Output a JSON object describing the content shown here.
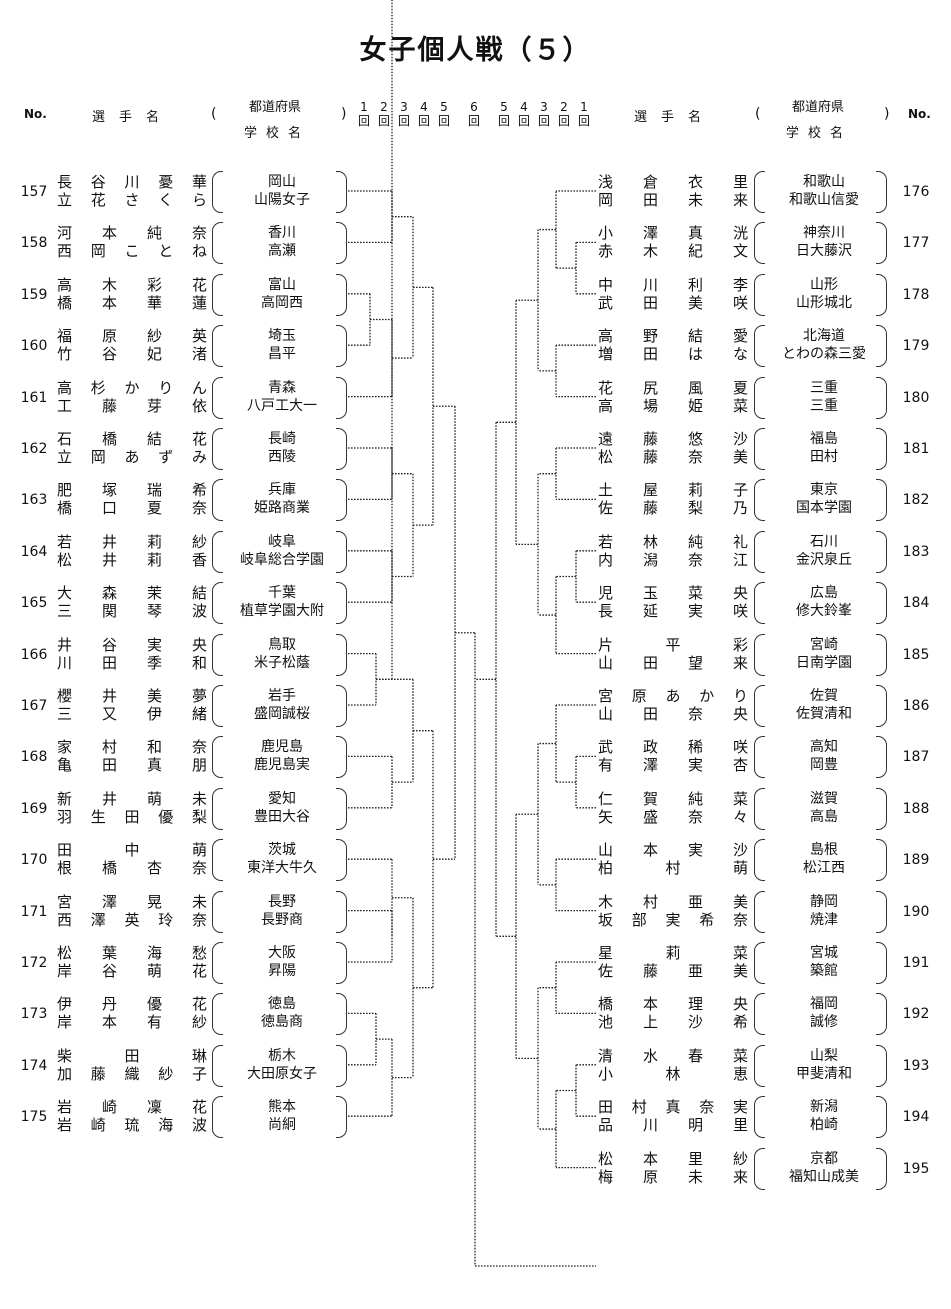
{
  "title": "女子個人戦（５）",
  "header": {
    "no_label": "No.",
    "name_label": "選手名",
    "paren_open": "(",
    "paren_close": ")",
    "pref_label": "都道府県",
    "school_label": "学校名",
    "left_rounds": [
      "1",
      "2",
      "3",
      "4",
      "5",
      "6"
    ],
    "right_rounds": [
      "5",
      "4",
      "3",
      "2",
      "1"
    ],
    "round_suffix": "回"
  },
  "left": [
    {
      "no": "157",
      "p1": "長谷川憂華",
      "p2": "立花さくら",
      "pref": "岡山",
      "school": "山陽女子"
    },
    {
      "no": "158",
      "p1": "河本純奈",
      "p2": "西岡ことね",
      "pref": "香川",
      "school": "高瀬"
    },
    {
      "no": "159",
      "p1": "高木彩花",
      "p2": "橋本華蓮",
      "pref": "富山",
      "school": "高岡西"
    },
    {
      "no": "160",
      "p1": "福原紗英",
      "p2": "竹谷妃渚",
      "pref": "埼玉",
      "school": "昌平"
    },
    {
      "no": "161",
      "p1": "高杉かりん",
      "p2": "工藤芽依",
      "pref": "青森",
      "school": "八戸工大一"
    },
    {
      "no": "162",
      "p1": "石橋結花",
      "p2": "立岡あずみ",
      "pref": "長崎",
      "school": "西陵"
    },
    {
      "no": "163",
      "p1": "肥塚瑞希",
      "p2": "橋口夏奈",
      "pref": "兵庫",
      "school": "姫路商業"
    },
    {
      "no": "164",
      "p1": "若井莉紗",
      "p2": "松井莉香",
      "pref": "岐阜",
      "school": "岐阜総合学園"
    },
    {
      "no": "165",
      "p1": "大森茉結",
      "p2": "三関琴波",
      "pref": "千葉",
      "school": "植草学園大附"
    },
    {
      "no": "166",
      "p1": "井谷実央",
      "p2": "川田季和",
      "pref": "鳥取",
      "school": "米子松蔭"
    },
    {
      "no": "167",
      "p1": "櫻井美夢",
      "p2": "三又伊緒",
      "pref": "岩手",
      "school": "盛岡誠桜"
    },
    {
      "no": "168",
      "p1": "家村和奈",
      "p2": "亀田真朋",
      "pref": "鹿児島",
      "school": "鹿児島実"
    },
    {
      "no": "169",
      "p1": "新井萌未",
      "p2": "羽生田優梨",
      "pref": "愛知",
      "school": "豊田大谷"
    },
    {
      "no": "170",
      "p1": "田中萌",
      "p2": "根橋杏奈",
      "pref": "茨城",
      "school": "東洋大牛久"
    },
    {
      "no": "171",
      "p1": "宮澤晃未",
      "p2": "西澤英玲奈",
      "pref": "長野",
      "school": "長野商"
    },
    {
      "no": "172",
      "p1": "松葉海愁",
      "p2": "岸谷萌花",
      "pref": "大阪",
      "school": "昇陽"
    },
    {
      "no": "173",
      "p1": "伊丹優花",
      "p2": "岸本有紗",
      "pref": "徳島",
      "school": "徳島商"
    },
    {
      "no": "174",
      "p1": "柴田琳",
      "p2": "加藤織紗子",
      "pref": "栃木",
      "school": "大田原女子"
    },
    {
      "no": "175",
      "p1": "岩崎凜花",
      "p2": "岩崎琉海波",
      "pref": "熊本",
      "school": "尚絅"
    }
  ],
  "right": [
    {
      "no": "176",
      "p1": "浅倉衣里",
      "p2": "岡田未来",
      "pref": "和歌山",
      "school": "和歌山信愛"
    },
    {
      "no": "177",
      "p1": "小澤真洸",
      "p2": "赤木紀文",
      "pref": "神奈川",
      "school": "日大藤沢"
    },
    {
      "no": "178",
      "p1": "中川利李",
      "p2": "武田美咲",
      "pref": "山形",
      "school": "山形城北"
    },
    {
      "no": "179",
      "p1": "高野結愛",
      "p2": "増田はな",
      "pref": "北海道",
      "school": "とわの森三愛"
    },
    {
      "no": "180",
      "p1": "花尻風夏",
      "p2": "高場姫菜",
      "pref": "三重",
      "school": "三重"
    },
    {
      "no": "181",
      "p1": "遠藤悠沙",
      "p2": "松藤奈美",
      "pref": "福島",
      "school": "田村"
    },
    {
      "no": "182",
      "p1": "土屋莉子",
      "p2": "佐藤梨乃",
      "pref": "東京",
      "school": "国本学園"
    },
    {
      "no": "183",
      "p1": "若林純礼",
      "p2": "内潟奈江",
      "pref": "石川",
      "school": "金沢泉丘"
    },
    {
      "no": "184",
      "p1": "児玉菜央",
      "p2": "長延実咲",
      "pref": "広島",
      "school": "修大鈴峯"
    },
    {
      "no": "185",
      "p1": "片平彩",
      "p2": "山田望来",
      "pref": "宮崎",
      "school": "日南学園"
    },
    {
      "no": "186",
      "p1": "宮原あかり",
      "p2": "山田奈央",
      "pref": "佐賀",
      "school": "佐賀清和"
    },
    {
      "no": "187",
      "p1": "武政稀咲",
      "p2": "有澤実杏",
      "pref": "高知",
      "school": "岡豊"
    },
    {
      "no": "188",
      "p1": "仁賀純菜",
      "p2": "矢盛奈々",
      "pref": "滋賀",
      "school": "高島"
    },
    {
      "no": "189",
      "p1": "山本実沙",
      "p2": "柏村萌",
      "pref": "島根",
      "school": "松江西"
    },
    {
      "no": "190",
      "p1": "木村亜美",
      "p2": "坂部実希奈",
      "pref": "静岡",
      "school": "焼津"
    },
    {
      "no": "191",
      "p1": "星莉菜",
      "p2": "佐藤亜美",
      "pref": "宮城",
      "school": "築館"
    },
    {
      "no": "192",
      "p1": "橋本理央",
      "p2": "池上沙希",
      "pref": "福岡",
      "school": "誠修"
    },
    {
      "no": "193",
      "p1": "清水春菜",
      "p2": "小林恵",
      "pref": "山梨",
      "school": "甲斐清和"
    },
    {
      "no": "194",
      "p1": "田村真奈実",
      "p2": "品川明里",
      "pref": "新潟",
      "school": "柏崎"
    },
    {
      "no": "195",
      "p1": "松本里紗",
      "p2": "梅原未来",
      "pref": "京都",
      "school": "福知山成美"
    }
  ]
}
